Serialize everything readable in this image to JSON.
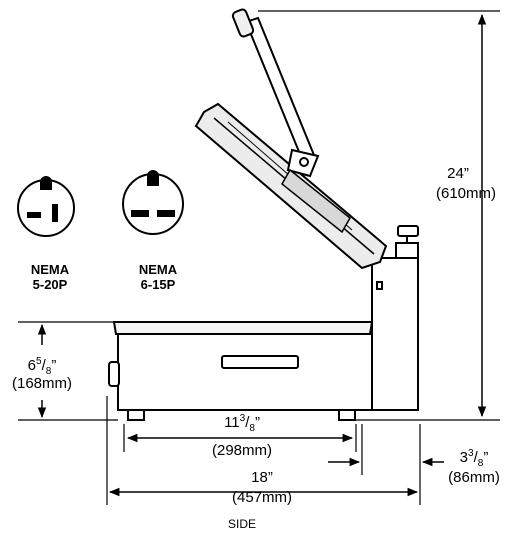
{
  "dimensions": {
    "height_open": {
      "main": "24”",
      "metric": "(610mm)"
    },
    "height_closed": {
      "whole": "6",
      "num": "5",
      "den": "8",
      "quote": "”",
      "metric": "(168mm)"
    },
    "foot_span": {
      "whole": "11",
      "num": "3",
      "den": "8",
      "quote": "”",
      "metric": "(298mm)"
    },
    "overall_depth": {
      "main": "18”",
      "metric": "(457mm)"
    },
    "rear_offset": {
      "whole": "3",
      "num": "3",
      "den": "8",
      "quote": "”",
      "metric": "(86mm)"
    }
  },
  "plugs": [
    {
      "line1": "NEMA",
      "line2": "5-20P"
    },
    {
      "line1": "NEMA",
      "line2": "6-15P"
    }
  ],
  "caption": "SIDE"
}
